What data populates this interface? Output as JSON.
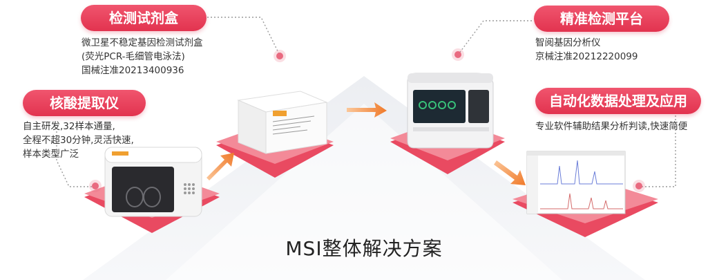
{
  "kit": {
    "label": "检测试剂盒",
    "lines": [
      "微卫星不稳定基因检测试剂盒",
      "(荧光PCR-毛细管电泳法)",
      "国械注准20213400936"
    ]
  },
  "extractor": {
    "label": "核酸提取仪",
    "lines": [
      "自主研发,32样本通量,",
      "全程不超30分钟,灵活快速,",
      "样本类型广泛"
    ]
  },
  "platform": {
    "label": "精准检测平台",
    "lines": [
      "智阅基因分析仪",
      "京械注准20212220099"
    ]
  },
  "software": {
    "label": "自动化数据处理及应用",
    "lines": [
      "专业软件辅助结果分析判读,快速简便"
    ]
  },
  "title": "MSI整体解决方案",
  "colors": {
    "accent": "#e2334f",
    "arrow": "#f07a2a",
    "platform": "#ea4d63"
  }
}
